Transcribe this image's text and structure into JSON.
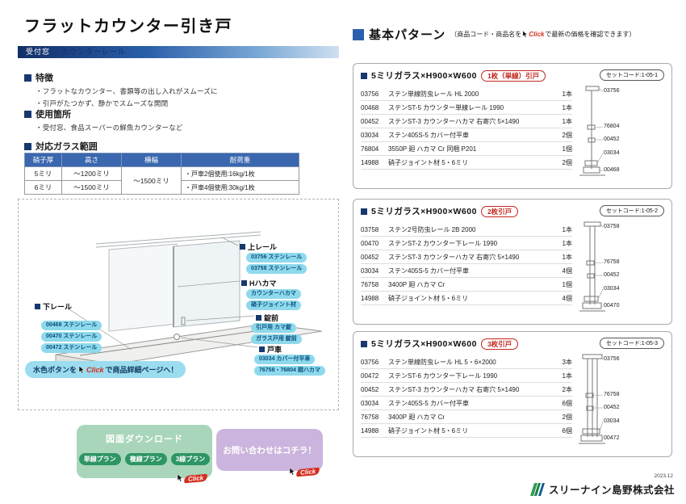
{
  "page": {
    "title": "フラットカウンター引き戸",
    "category_left": "受付窓",
    "category_right": "カウンターレール",
    "date": "2023.12",
    "company": "スリーナイン島野株式会社"
  },
  "features": {
    "heading": "特徴",
    "items": [
      "・フラットなカウンター、書類等の出し入れがスムーズに",
      "・引戸がたつかず、静かでスムーズな開閉"
    ]
  },
  "usage": {
    "heading": "使用箇所",
    "items": [
      "・受付窓、食品スーパーの鮮魚カウンターなど"
    ]
  },
  "glass_table": {
    "heading": "対応ガラス範囲",
    "headers": [
      "硝子厚",
      "高さ",
      "横幅",
      "耐荷重"
    ],
    "width_all": "～1500ミリ",
    "rows": [
      {
        "thickness": "5ミリ",
        "height": "～1200ミリ",
        "load": "・戸車2個使用:16kg/1枚"
      },
      {
        "thickness": "6ミリ",
        "height": "～1500ミリ",
        "load": "・戸車4個使用:30kg/1枚"
      }
    ]
  },
  "diagram": {
    "top_rail": {
      "label": "上レール",
      "buttons": [
        "03756 ステンレール",
        "03758 ステンレール"
      ]
    },
    "hakama": {
      "label": "Hハカマ",
      "buttons": [
        "カウンターハカマ",
        "硝子ジョイント材"
      ]
    },
    "lock": {
      "label": "錠前",
      "buttons": [
        "引戸用 カマ錠",
        "ガラス戸用 錠前"
      ]
    },
    "roller": {
      "label": "戸車",
      "buttons": [
        "03034 カバー付平車",
        "76758・76804 廻ハカマ"
      ]
    },
    "bottom_rail": {
      "label": "下レール",
      "buttons": [
        "00468 ステンレール",
        "00470 ステンレール",
        "00472 ステンレール"
      ]
    },
    "click_banner": {
      "pre": "水色ボタンを",
      "click": "Click",
      "post": "で商品詳細ページへ！"
    }
  },
  "download": {
    "heading": "図面ダウンロード",
    "buttons": [
      "単線プラン",
      "複線プラン",
      "3線プラン"
    ],
    "click": "Click"
  },
  "contact": {
    "label": "お問い合わせはコチラ！",
    "click": "Click"
  },
  "basic_header": {
    "heading": "基本パターン",
    "note_pre": "（商品コード・商品名を",
    "note_click": "Click",
    "note_post": "で最新の価格を確認できます）"
  },
  "patterns": [
    {
      "title": "5ミリガラス×H900×W600",
      "badge": "1枚（単線）引戸",
      "set_code": "セットコード:1-05-1",
      "items": [
        {
          "code": "03756",
          "name": "ステン単線防虫レール HL 2000",
          "qty": "1本"
        },
        {
          "code": "00468",
          "name": "ステンST-5 カウンター単線レール 1990",
          "qty": "1本"
        },
        {
          "code": "00452",
          "name": "ステンST-3 カウンターハカマ 右寄穴 5×1490",
          "qty": "1本"
        },
        {
          "code": "03034",
          "name": "ステン405S-5 カバー付平車",
          "qty": "2個"
        },
        {
          "code": "76804",
          "name": "3550P 廻 ハカマ Cr 同梱 P201",
          "qty": "1個"
        },
        {
          "code": "14988",
          "name": "硝子ジョイント材 5・6ミリ",
          "qty": "2個"
        }
      ],
      "diagram_labels": [
        "03756",
        "76804",
        "00452",
        "03034",
        "00468"
      ]
    },
    {
      "title": "5ミリガラス×H900×W600",
      "badge": "2枚引戸",
      "set_code": "セットコード:1-05-2",
      "items": [
        {
          "code": "03758",
          "name": "ステン2号防虫レール 2B 2000",
          "qty": "1本"
        },
        {
          "code": "00470",
          "name": "ステンST-2 カウンター下レール 1990",
          "qty": "1本"
        },
        {
          "code": "00452",
          "name": "ステンST-3 カウンターハカマ 右寄穴 5×1490",
          "qty": "1本"
        },
        {
          "code": "03034",
          "name": "ステン405S-5 カバー付平車",
          "qty": "4個"
        },
        {
          "code": "76758",
          "name": "3400P 廻 ハカマ Cr",
          "qty": "1個"
        },
        {
          "code": "14988",
          "name": "硝子ジョイント材 5・6ミリ",
          "qty": "4個"
        }
      ],
      "diagram_labels": [
        "03758",
        "76758",
        "00452",
        "03034",
        "00470"
      ]
    },
    {
      "title": "5ミリガラス×H900×W600",
      "badge": "3枚引戸",
      "set_code": "セットコード:1-05-3",
      "items": [
        {
          "code": "03756",
          "name": "ステン単線防虫レール HL 5・6×2000",
          "qty": "3本"
        },
        {
          "code": "00472",
          "name": "ステンST-6 カウンター下レール 1990",
          "qty": "1本"
        },
        {
          "code": "00452",
          "name": "ステンST-3 カウンターハカマ 右寄穴 5×1490",
          "qty": "2本"
        },
        {
          "code": "03034",
          "name": "ステン405S-5 カバー付平車",
          "qty": "6個"
        },
        {
          "code": "76758",
          "name": "3400P 廻 ハカマ Cr",
          "qty": "2個"
        },
        {
          "code": "14988",
          "name": "硝子ジョイント材 5・6ミリ",
          "qty": "6個"
        }
      ],
      "diagram_labels": [
        "03756",
        "76758",
        "00452",
        "03034",
        "00472"
      ]
    }
  ],
  "colors": {
    "navy": "#16386e",
    "header_blue": "#2b5fae",
    "table_header_blue": "#3a67ae",
    "cyan_button": "#8ed9ec",
    "green_box": "#a9d6ba",
    "green_button": "#2e9565",
    "purple_box": "#cbb4dd",
    "badge_red": "#c2261d",
    "click_red": "#d42d1c"
  }
}
